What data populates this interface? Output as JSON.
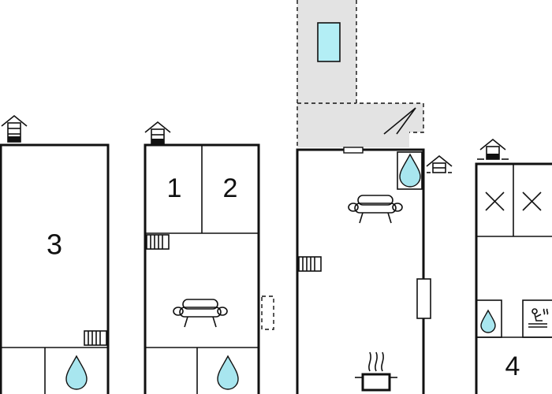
{
  "rooms": [
    {
      "number": "3"
    },
    {
      "number": "1"
    },
    {
      "number": "2"
    },
    {
      "number": "4"
    }
  ],
  "colors": {
    "wall": "#111111",
    "terrace": "#e3e3e3",
    "water": "#a8e6ef",
    "pool": "#b3eef5"
  },
  "icons": [
    "house-entrance-icon",
    "sofa-icon",
    "radiator-icon",
    "water-drop-icon",
    "cooking-pot-icon",
    "bed-icon",
    "sauna-icon",
    "pool-icon"
  ]
}
